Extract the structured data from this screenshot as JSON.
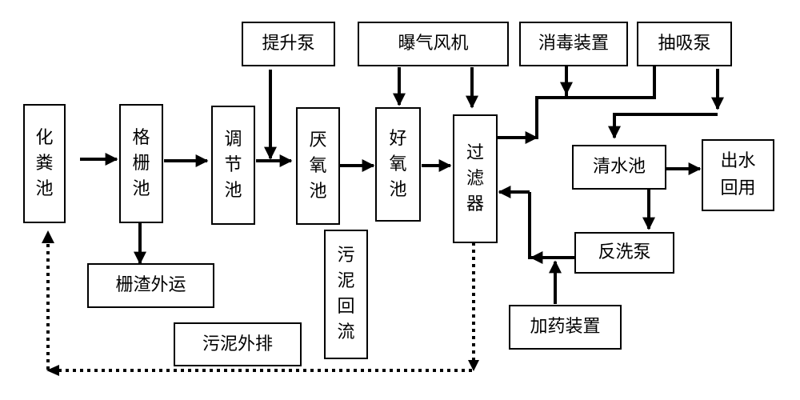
{
  "nodes": {
    "septic_tank": "化粪池",
    "screen_tank": "格栅池",
    "equalization_tank": "调节池",
    "anaerobic_tank": "厌氧池",
    "aerobic_tank": "好氧池",
    "filter": "过滤器",
    "clear_water_tank": "清水池",
    "water_outlet": "出水回用",
    "lift_pump": "提升泵",
    "aeration_blower": "曝气风机",
    "disinfection_device": "消毒装置",
    "suction_pump": "抽吸泵",
    "backwash_pump": "反洗泵",
    "dosing_device": "加药装置",
    "screenings_disposal": "栅渣外运",
    "sludge_return": "污泥回流",
    "sludge_discharge": "污泥外排"
  }
}
